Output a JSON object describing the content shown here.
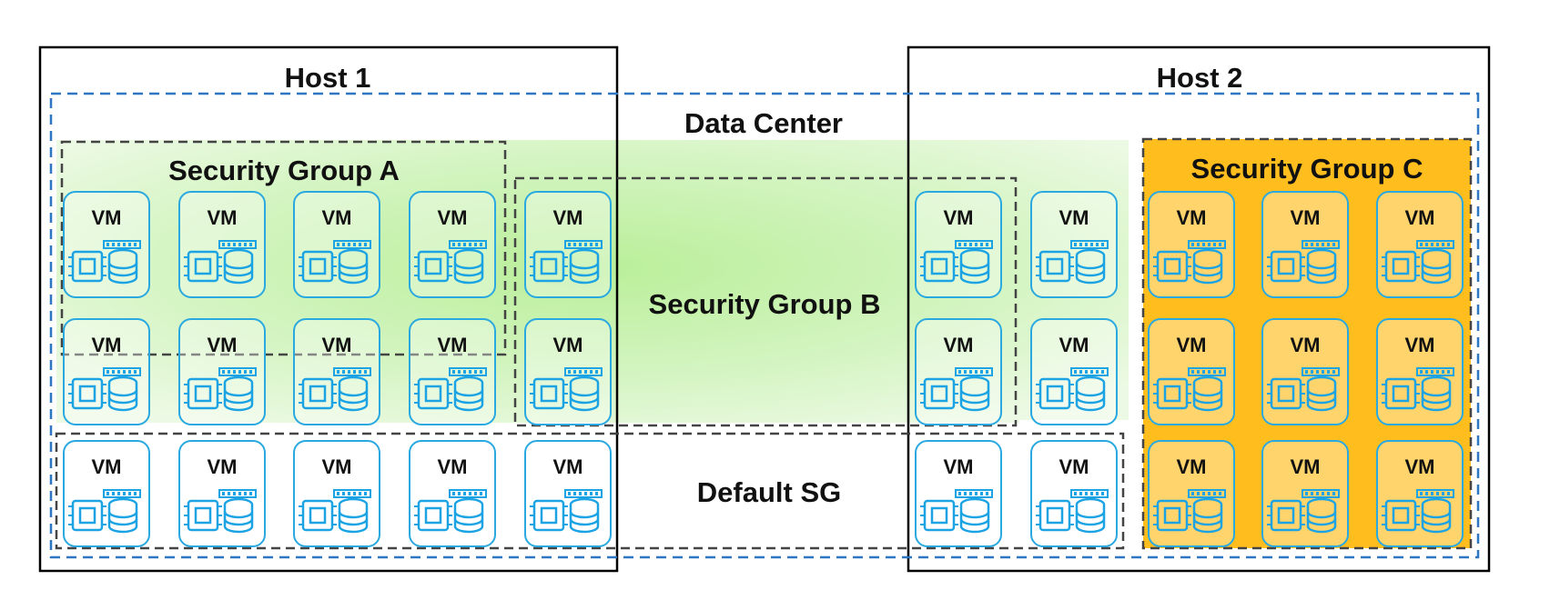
{
  "hosts": [
    {
      "label": "Host 1"
    },
    {
      "label": "Host 2"
    }
  ],
  "data_center": {
    "label": "Data Center"
  },
  "security_groups": {
    "a": {
      "label": "Security Group A"
    },
    "b": {
      "label": "Security Group B"
    },
    "c": {
      "label": "Security Group C"
    },
    "default": {
      "label": "Default SG"
    }
  },
  "vm_label": "VM",
  "vm_groups": [
    {
      "group": "security-group-a",
      "count": 4
    },
    {
      "group": "security-group-b",
      "count": 6
    },
    {
      "group": "host1-shaded-row",
      "count": 4
    },
    {
      "group": "host2-shaded-unlabeled",
      "count": 2
    },
    {
      "group": "default-sg",
      "count": 7
    },
    {
      "group": "security-group-c",
      "count": 9
    }
  ],
  "colors": {
    "host_border": "#000000",
    "data_center_border": "#2e75c3",
    "group_border": "#444444",
    "green_shade": "#b9ef9c",
    "security_group_c_fill": "#ffbe1e",
    "vm_stroke": "#2aa9e0",
    "vm_icon": "#1ba3e4"
  }
}
